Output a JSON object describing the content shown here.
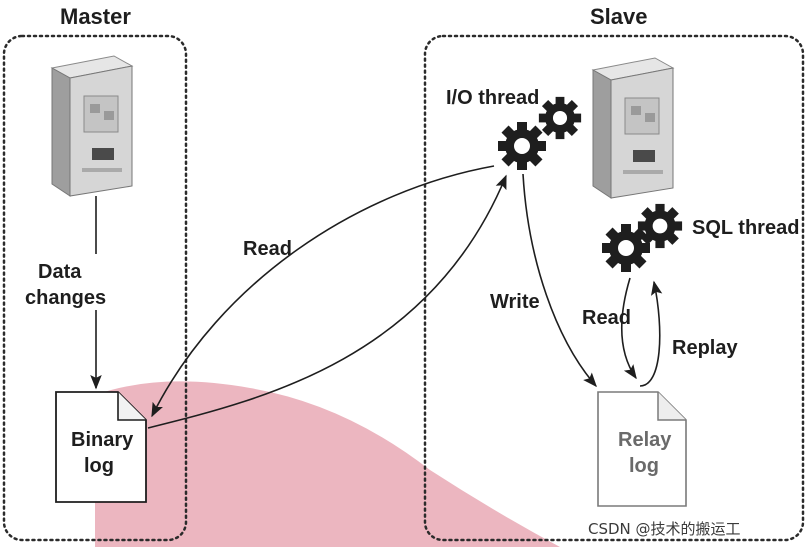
{
  "master": {
    "title": "Master",
    "data_changes_line1": "Data",
    "data_changes_line2": "changes",
    "binary_log_line1": "Binary",
    "binary_log_line2": "log"
  },
  "slave": {
    "title": "Slave",
    "io_thread": "I/O thread",
    "sql_thread": "SQL thread",
    "write": "Write",
    "read": "Read",
    "replay": "Replay",
    "relay_log_line1": "Relay",
    "relay_log_line2": "log"
  },
  "links": {
    "read": "Read"
  },
  "watermark": "CSDN @技术的搬运工",
  "colors": {
    "watermark_blob": "#e9a9b5",
    "stroke": "#1e1e1e",
    "server_body": "#d6d6d6",
    "server_side": "#9e9e9e"
  }
}
